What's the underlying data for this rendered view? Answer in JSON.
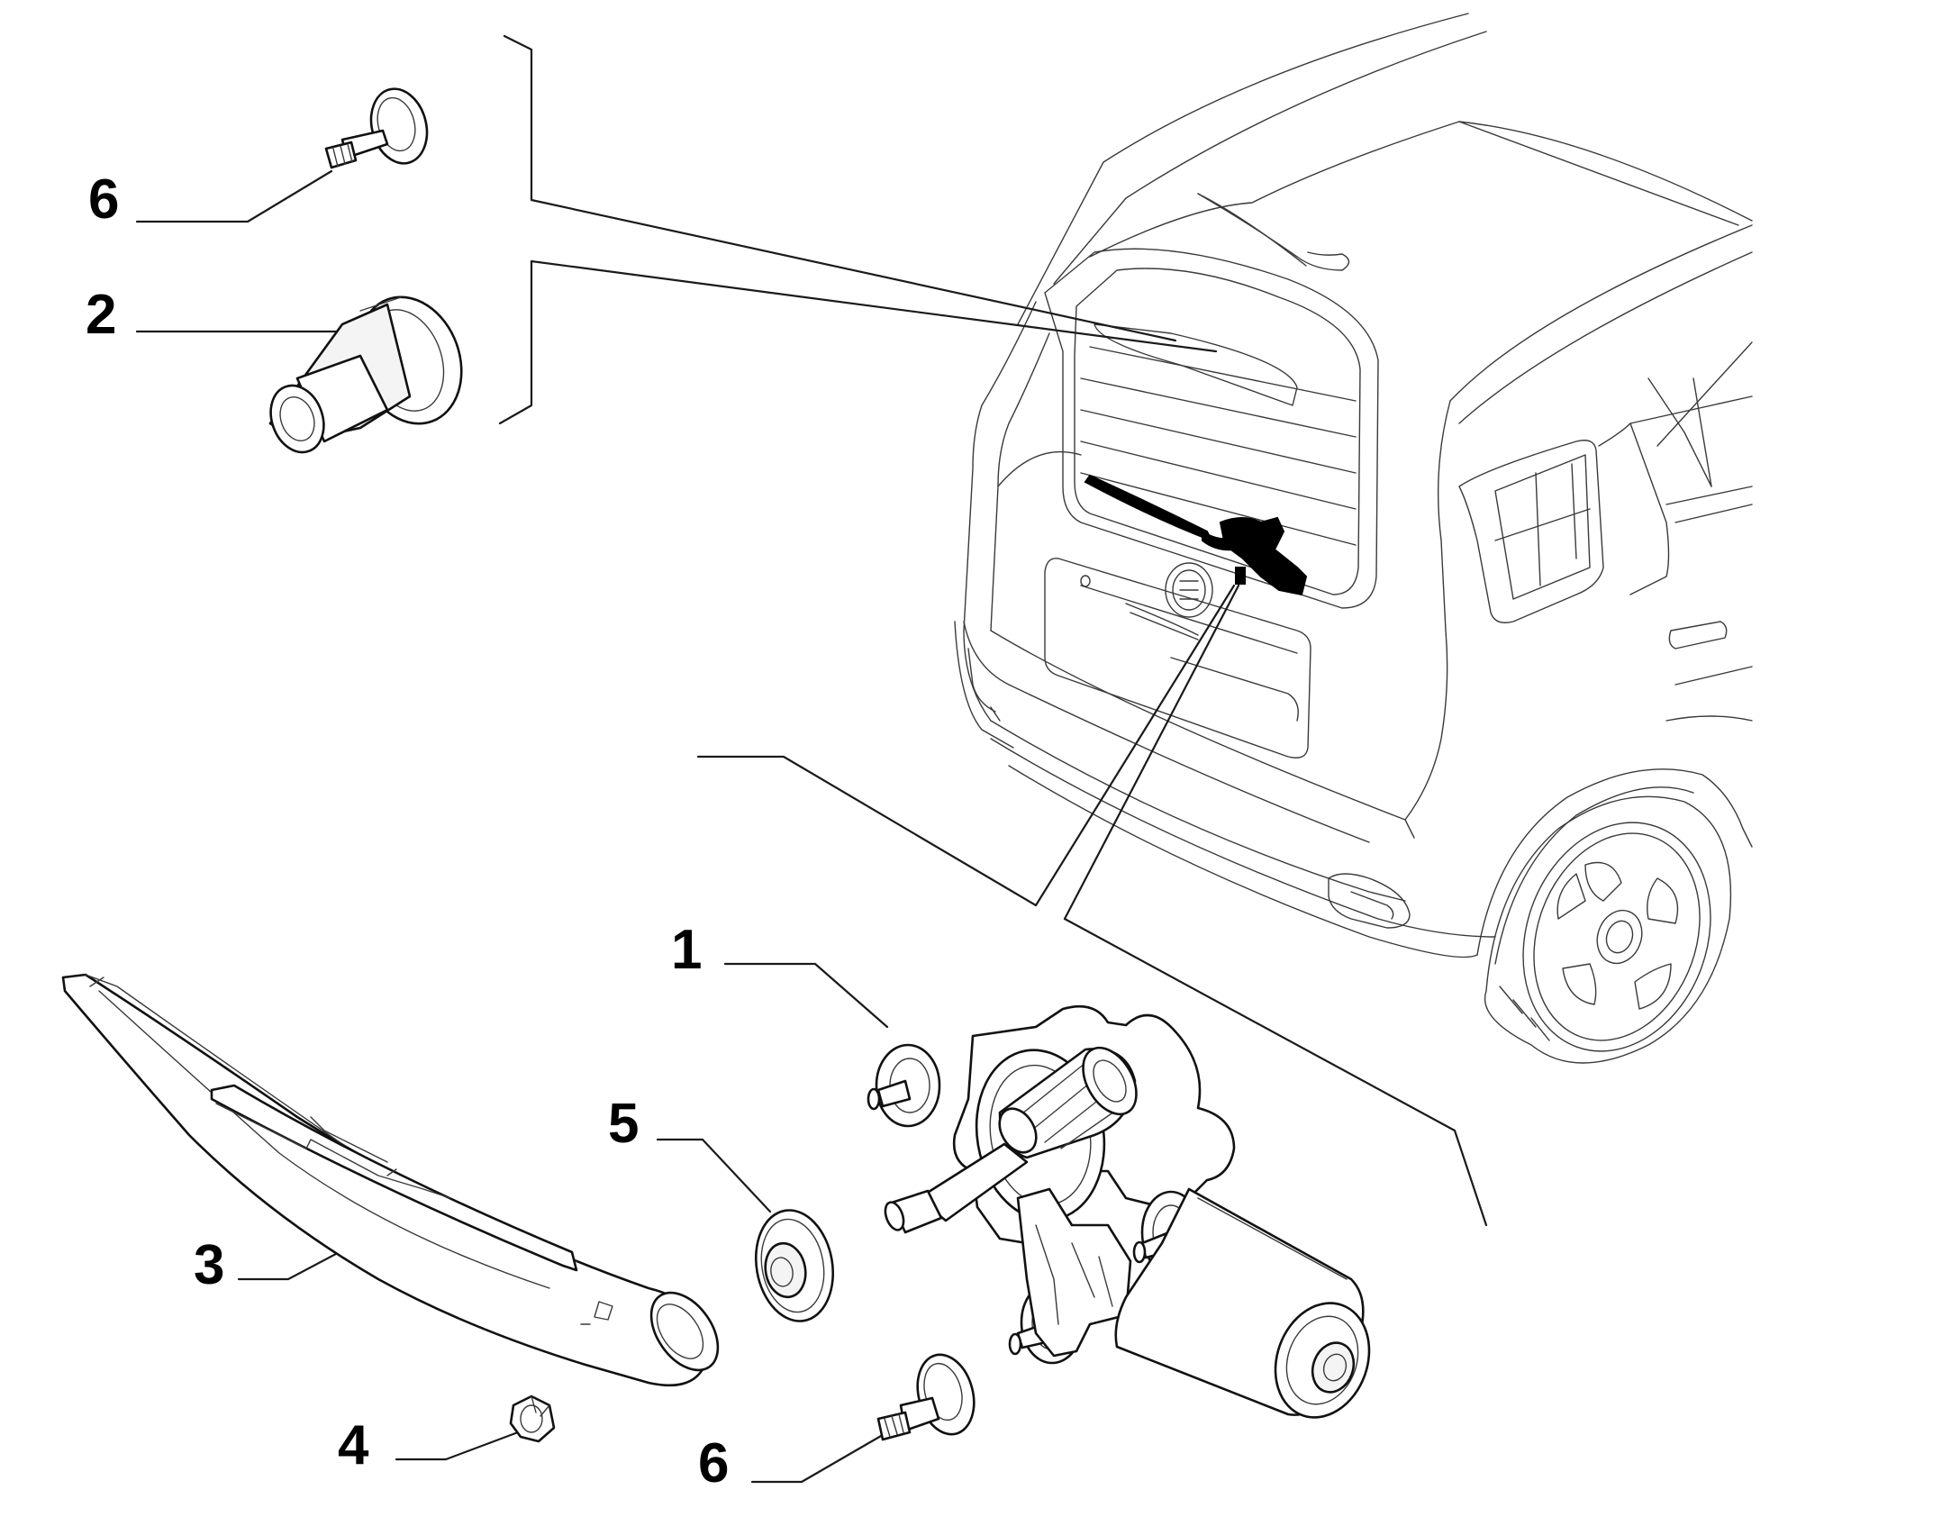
{
  "diagram": {
    "callouts": [
      {
        "id": "c6a",
        "label": "6"
      },
      {
        "id": "c2",
        "label": "2"
      },
      {
        "id": "c1",
        "label": "1"
      },
      {
        "id": "c5",
        "label": "5"
      },
      {
        "id": "c3",
        "label": "3"
      },
      {
        "id": "c4",
        "label": "4"
      },
      {
        "id": "c6b",
        "label": "6"
      }
    ]
  }
}
